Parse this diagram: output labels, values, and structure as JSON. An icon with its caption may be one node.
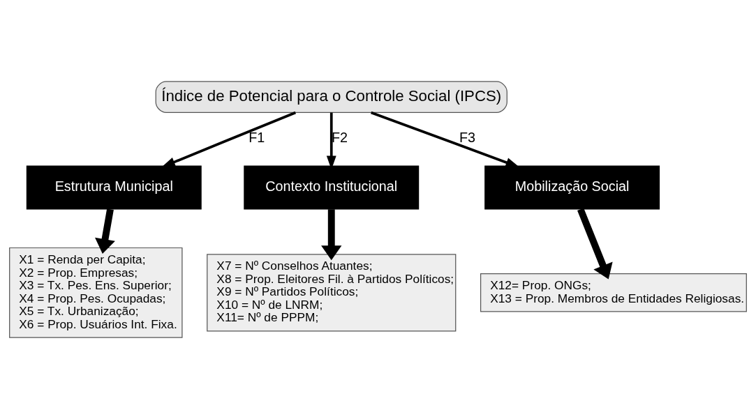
{
  "diagram": {
    "nodes": [
      {
        "text": [
          "Índice de Potencial para o Controle Social (IPCS)"
        ]
      },
      {
        "text": [
          "Estrutura Municipal"
        ]
      },
      {
        "text": [
          "Contexto Institucional"
        ]
      },
      {
        "text": [
          "Mobilização Social"
        ]
      },
      {
        "text": [
          "X1 = Renda per Capita;",
          "X2 = Prop. Empresas;",
          "X3 = Tx. Pes. Ens. Superior;",
          "X4 = Prop. Pes. Ocupadas;",
          "X5 = Tx. Urbanização;",
          "X6 = Prop. Usuários Int. Fixa."
        ]
      },
      {
        "text": [
          "X7 = Nº Conselhos Atuantes;",
          "X8 = Prop. Eleitores Fil. à Partidos Políticos;",
          "X9 = Nº Partidos Políticos;",
          "X10 = Nº de LNRM;",
          "X11= Nº de PPPM;"
        ]
      },
      {
        "text": [
          "X12= Prop. ONGs;",
          "X13 = Prop. Membros de Entidades Religiosas."
        ]
      }
    ],
    "edges": [
      {
        "from": 0,
        "to": 1,
        "arrow": "to",
        "label": "F1"
      },
      {
        "from": 0,
        "to": 2,
        "arrow": "to",
        "label": "F2"
      },
      {
        "from": 0,
        "to": 3,
        "arrow": "to",
        "label": "F3"
      },
      {
        "from": 1,
        "to": 4,
        "arrow": "to",
        "style": "thick"
      },
      {
        "from": 2,
        "to": 5,
        "arrow": "to",
        "style": "thick"
      },
      {
        "from": 3,
        "to": 6,
        "arrow": "to",
        "style": "thick"
      }
    ]
  }
}
